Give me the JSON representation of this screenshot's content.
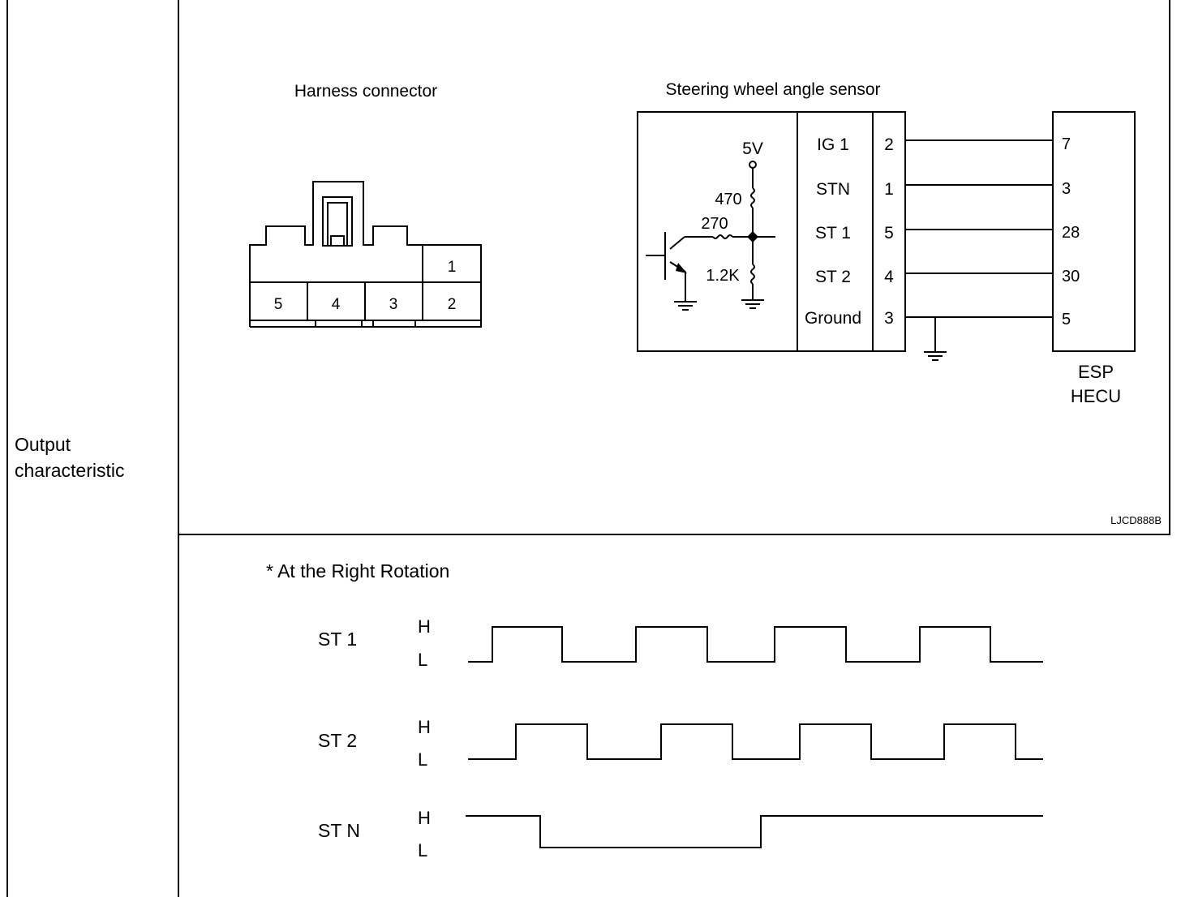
{
  "row_label": [
    "Output",
    "characteristic"
  ],
  "harness": {
    "title": "Harness connector",
    "pins_top": [
      "1"
    ],
    "pins_bottom": [
      "5",
      "4",
      "3",
      "2"
    ]
  },
  "sensor": {
    "title": "Steering wheel angle sensor",
    "supply": "5V",
    "resistors": [
      "470",
      "270",
      "1.2K"
    ],
    "signals": [
      {
        "name": "IG 1",
        "pin": "2",
        "ecu_pin": "7"
      },
      {
        "name": "STN",
        "pin": "1",
        "ecu_pin": "3"
      },
      {
        "name": "ST 1",
        "pin": "5",
        "ecu_pin": "28"
      },
      {
        "name": "ST 2",
        "pin": "4",
        "ecu_pin": "30"
      },
      {
        "name": "Ground",
        "pin": "3",
        "ecu_pin": "5"
      }
    ],
    "ecu_label": [
      "ESP",
      "HECU"
    ]
  },
  "figure_code": "LJCD888B",
  "waveform": {
    "heading": "* At the Right Rotation",
    "high": "H",
    "low": "L",
    "signals": [
      {
        "name": "ST 1",
        "levels": [
          0,
          1,
          0,
          1,
          0,
          1,
          0,
          1,
          0
        ]
      },
      {
        "name": "ST 2",
        "levels": [
          0,
          1,
          0,
          1,
          0,
          1,
          0,
          1,
          0
        ]
      },
      {
        "name": "ST N",
        "levels": [
          1,
          0,
          1
        ]
      }
    ]
  }
}
